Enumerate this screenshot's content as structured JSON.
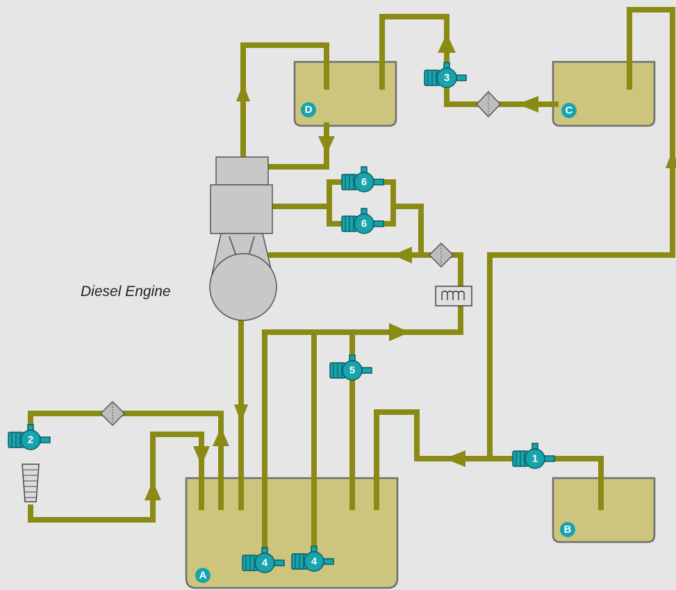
{
  "labels": {
    "engine": "Diesel Engine"
  },
  "tanks": {
    "A": "A",
    "B": "B",
    "C": "C",
    "D": "D"
  },
  "pumps": {
    "p1": "1",
    "p2": "2",
    "p3": "3",
    "p4a": "4",
    "p4b": "4",
    "p5": "5",
    "p6a": "6",
    "p6b": "6"
  },
  "colors": {
    "pipe": "#8a8a14",
    "tank_fill": "#cdc57e",
    "pump": "#18a3ad",
    "background": "#e6e6e6"
  }
}
